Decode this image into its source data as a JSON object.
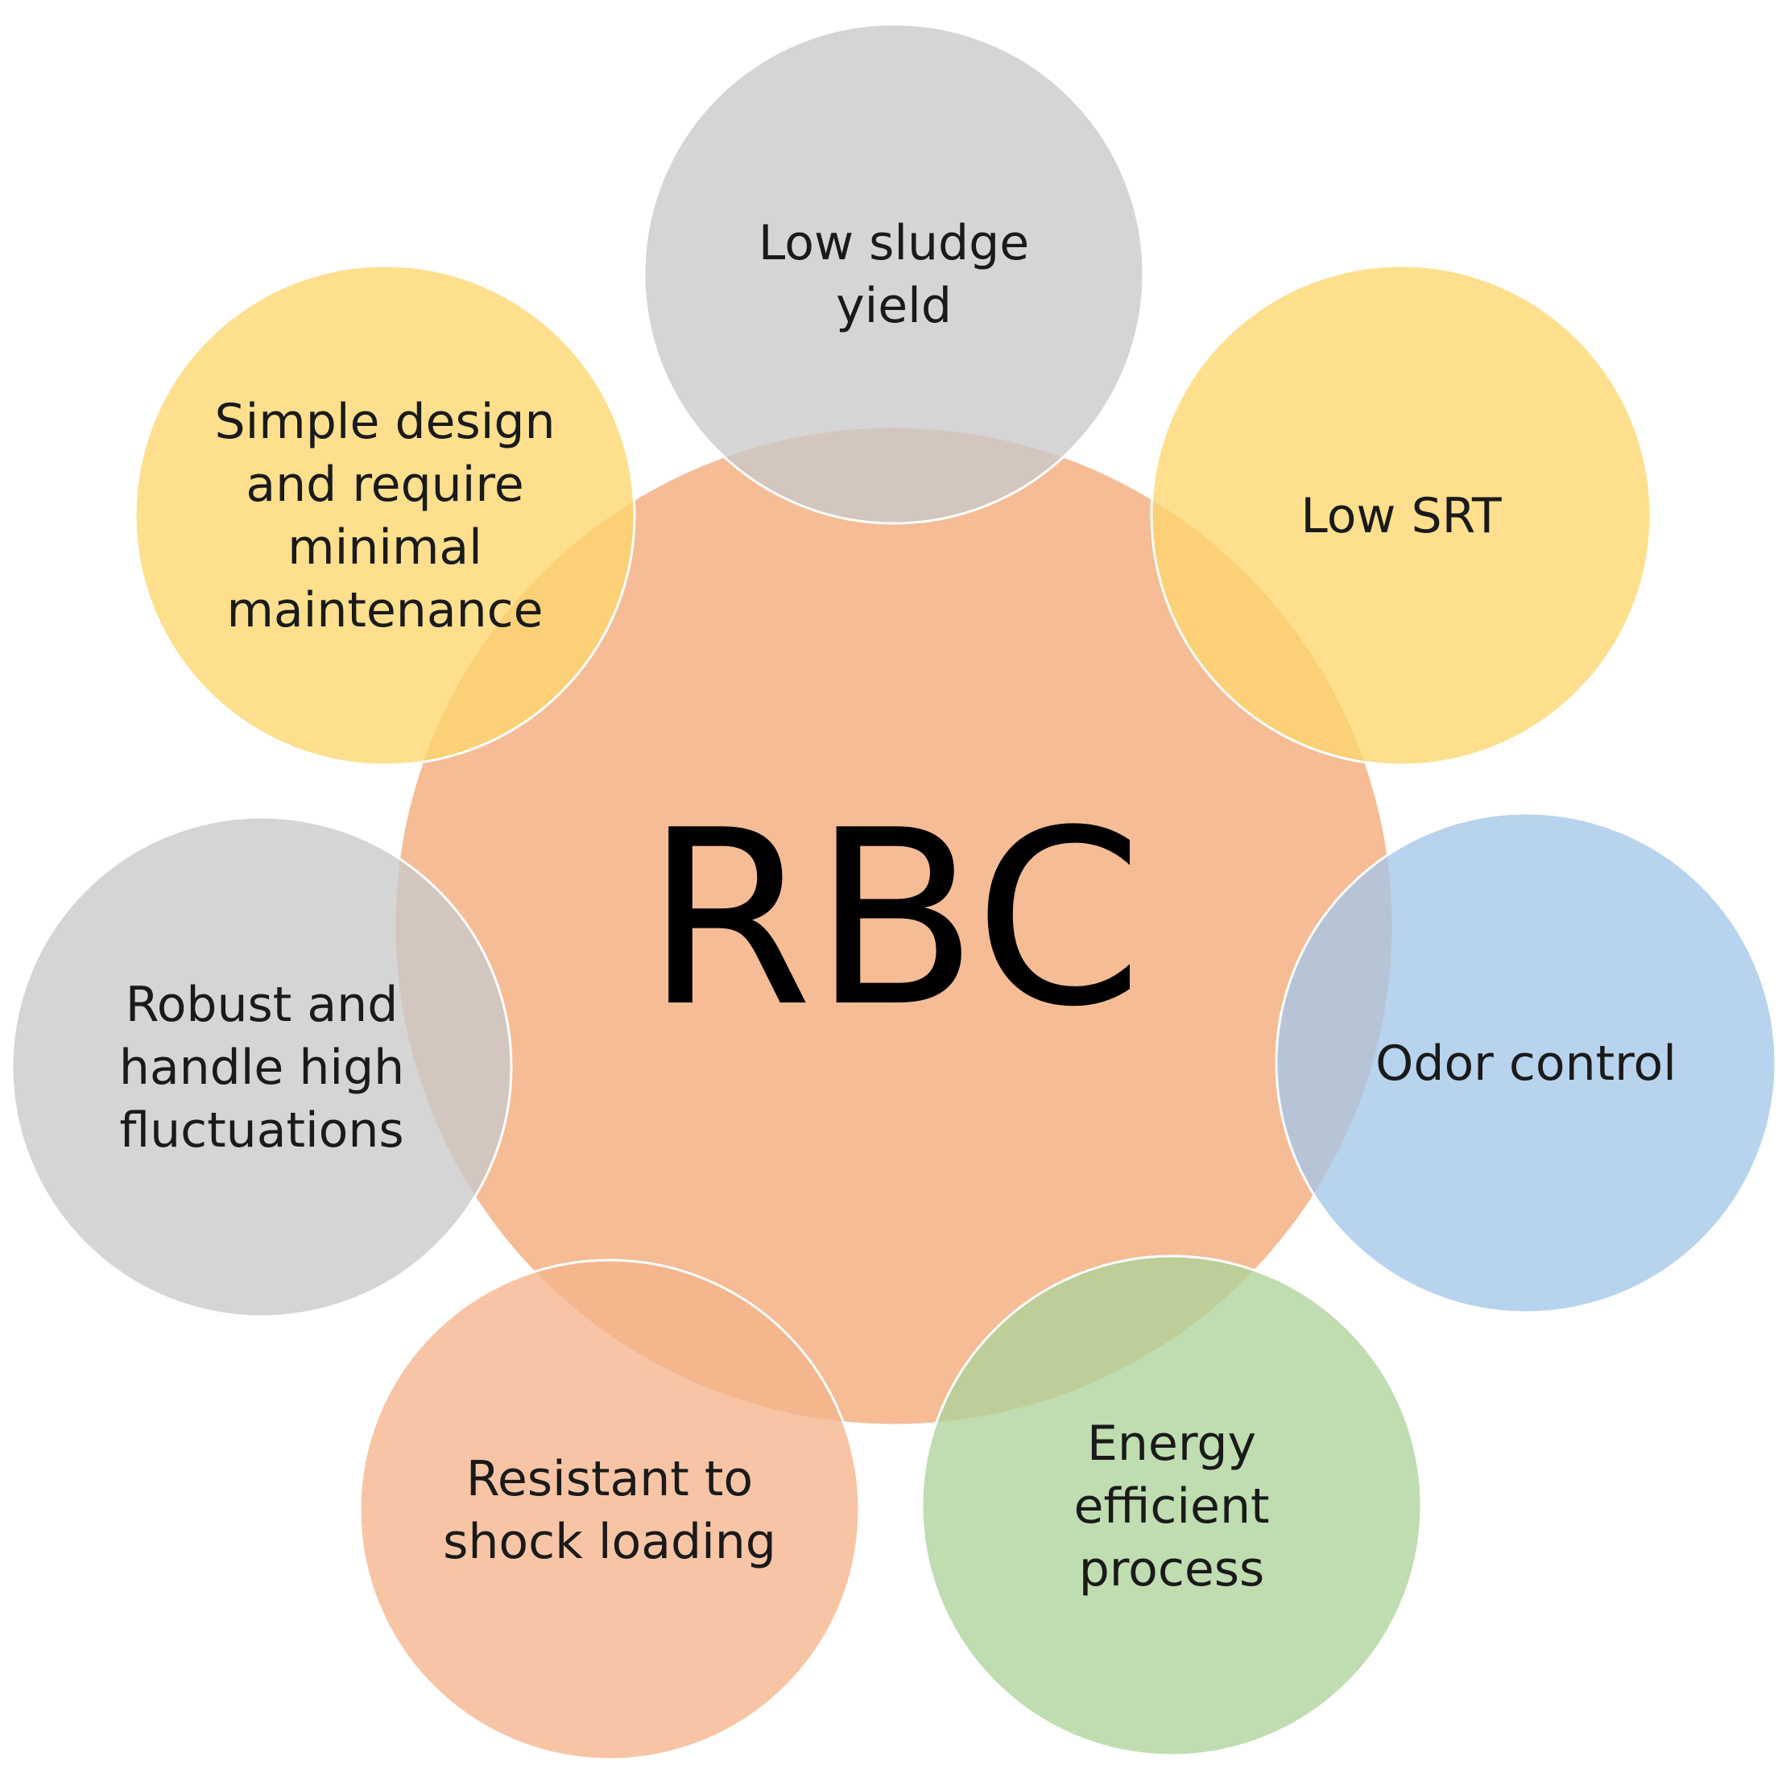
{
  "center": {
    "label": "RBC",
    "color": "#F5BC96"
  },
  "satellites": [
    {
      "id": "low-sludge-yield",
      "lines": [
        "Low sludge",
        "yield"
      ],
      "color": "#C9C9C9"
    },
    {
      "id": "low-srt",
      "lines": [
        "Low SRT"
      ],
      "color": "#FDD66E"
    },
    {
      "id": "odor-control",
      "lines": [
        "Odor control"
      ],
      "color": "#A4C6E8"
    },
    {
      "id": "energy-efficient-process",
      "lines": [
        "Energy",
        "efficient",
        "process"
      ],
      "color": "#ADD39A"
    },
    {
      "id": "resistant-to-shock-loading",
      "lines": [
        "Resistant to",
        "shock loading"
      ],
      "color": "#F5B58C"
    },
    {
      "id": "robust-and-handle-high-fluctuations",
      "lines": [
        "Robust and",
        "handle high",
        "fluctuations"
      ],
      "color": "#C9C9C9"
    },
    {
      "id": "simple-design",
      "lines": [
        "Simple design",
        "and require",
        "minimal",
        "maintenance"
      ],
      "color": "#FDD66E"
    }
  ]
}
